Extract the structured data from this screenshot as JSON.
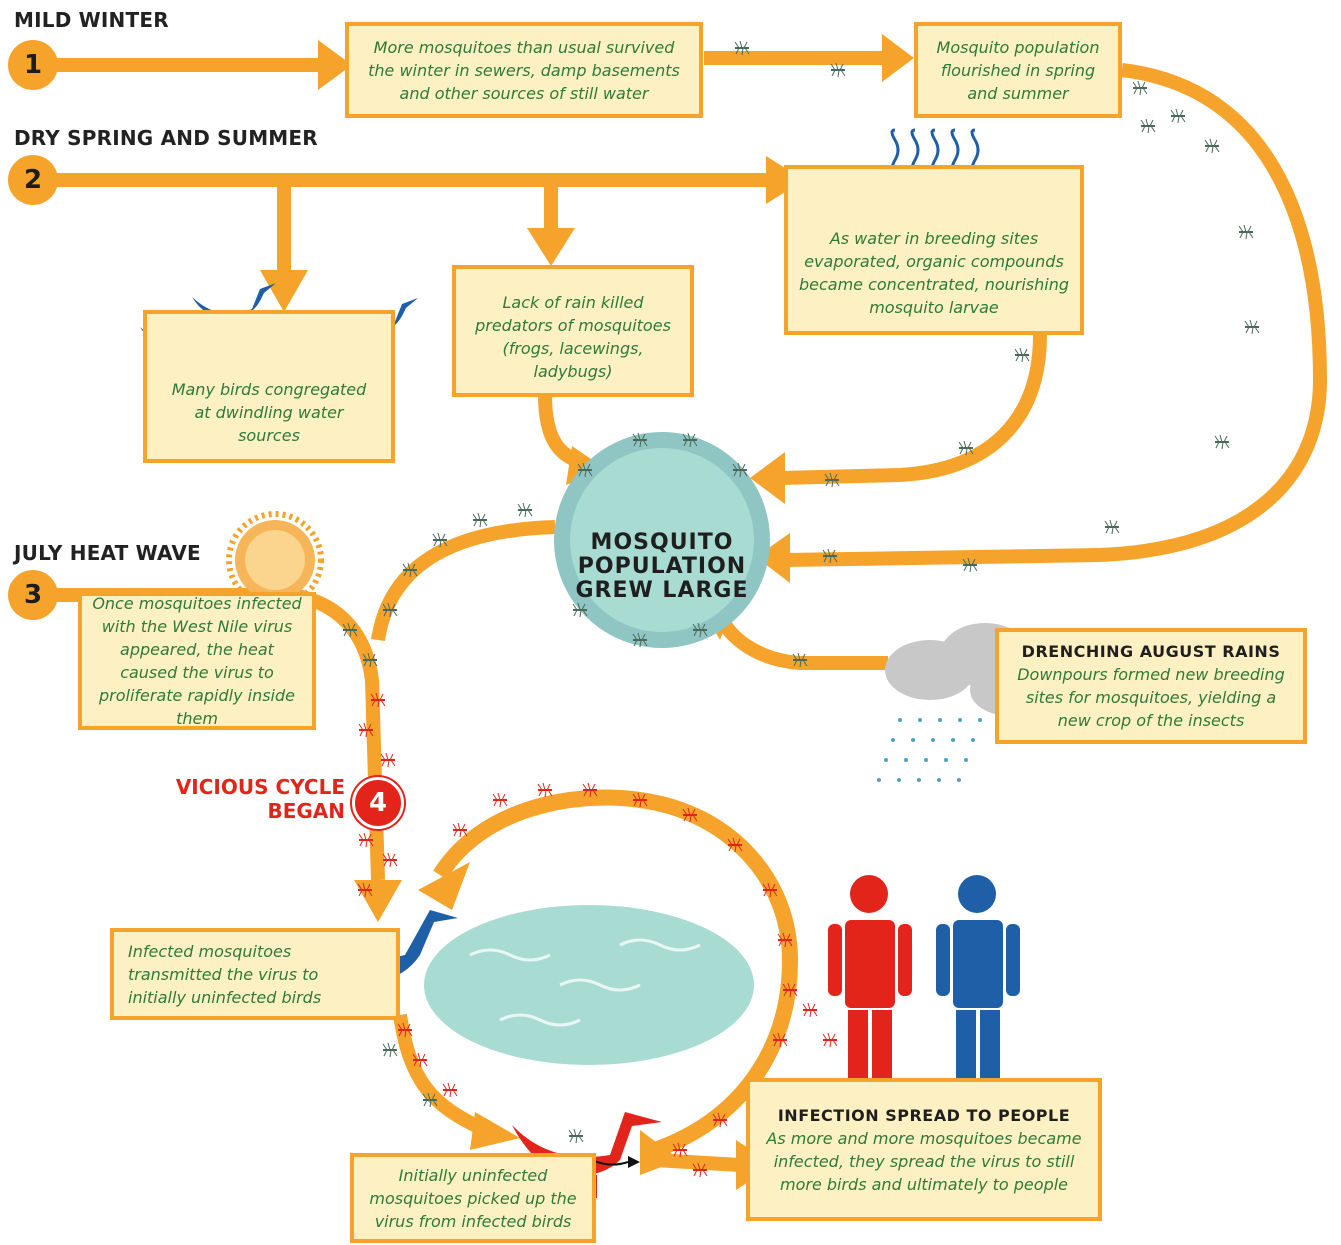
{
  "colors": {
    "arrow": "#f5a32a",
    "box_fill": "#fdf1c3",
    "body_text": "#2f7a3a",
    "water": "#a8dcd2",
    "hub_ring": "#8fc5c3",
    "blue": "#1f5fa8",
    "red": "#e3241b"
  },
  "factors": [
    {
      "number": "1",
      "title": "MILD WINTER"
    },
    {
      "number": "2",
      "title": "DRY SPRING AND SUMMER"
    },
    {
      "number": "3",
      "title": "JULY HEAT WAVE"
    }
  ],
  "boxes": {
    "survived": "More mosquitoes than usual survived the winter in sewers, damp basements and other sources of still water",
    "flourished": "Mosquito population flourished in spring and summer",
    "birds": "Many birds congregated at dwindling water sources",
    "predators": "Lack of rain killed predators of mosquitoes (frogs, lacewings, ladybugs)",
    "evaporated": "As water in breeding sites evaporated, organic compounds became concentrated, nourishing mosquito larvae",
    "heat": "Once mosquitoes infected with the West Nile virus appeared, the heat caused the virus to proliferate rapidly inside them",
    "rains_title": "DRENCHING AUGUST RAINS",
    "rains_text": "Downpours formed new breeding sites for mosquitoes, yielding a new crop of the insects",
    "transmitted": "Infected mosquitoes transmitted the virus to initially uninfected birds",
    "picked_up": "Initially uninfected mosquitoes picked up the virus from infected birds",
    "spread_title": "INFECTION SPREAD TO PEOPLE",
    "spread_text": "As more and more mosquitoes became infected, they spread the virus to still more birds and ultimately to people"
  },
  "hub": {
    "line1": "MOSQUITO",
    "line2": "POPULATION",
    "line3": "GREW LARGE"
  },
  "cycle": {
    "number": "4",
    "line1": "VICIOUS CYCLE",
    "line2": "BEGAN"
  },
  "icons": [
    "sun-icon",
    "rain-cloud-icon",
    "bird-icon",
    "lacewing-icon",
    "ladybug-icon",
    "mosquito-icon",
    "person-icon",
    "evaporation-icon"
  ]
}
